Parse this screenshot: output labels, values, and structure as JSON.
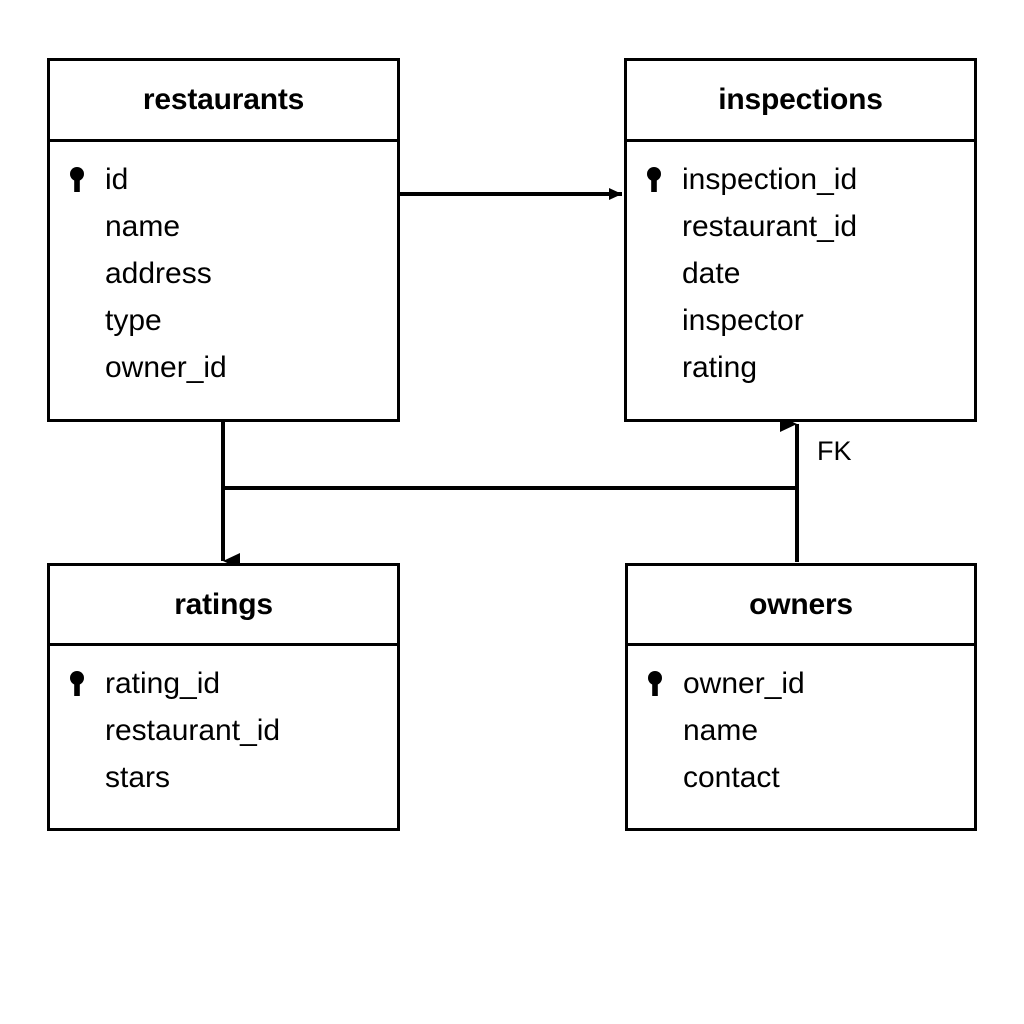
{
  "diagram": {
    "type": "entity-relationship-diagram",
    "background": "#ffffff",
    "line_color": "#000000",
    "text_color": "#000000"
  },
  "entities": [
    {
      "id": "restaurants",
      "title": "restaurants",
      "fields": [
        {
          "name": "id",
          "key": true,
          "key_icon": "primary-key-icon"
        },
        {
          "name": "name",
          "key": false
        },
        {
          "name": "address",
          "key": false
        },
        {
          "name": "type",
          "key": false
        },
        {
          "name": "owner_id",
          "key": false
        }
      ]
    },
    {
      "id": "inspections",
      "title": "inspections",
      "fields": [
        {
          "name": "inspection_id",
          "key": true,
          "key_icon": "primary-key-icon"
        },
        {
          "name": "restaurant_id",
          "key": false
        },
        {
          "name": "date",
          "key": false
        },
        {
          "name": "inspector",
          "key": false
        },
        {
          "name": "rating",
          "key": false
        }
      ]
    },
    {
      "id": "ratings",
      "title": "ratings",
      "fields": [
        {
          "name": "rating_id",
          "key": true,
          "key_icon": "primary-key-icon"
        },
        {
          "name": "restaurant_id",
          "key": false
        },
        {
          "name": "stars",
          "key": false
        }
      ]
    },
    {
      "id": "owners",
      "title": "owners",
      "fields": [
        {
          "name": "owner_id",
          "key": true,
          "key_icon": "primary-key-icon"
        },
        {
          "name": "name",
          "key": false
        },
        {
          "name": "contact",
          "key": false
        }
      ]
    }
  ],
  "relationships": [
    {
      "id": "restaurants-to-inspections",
      "from": "restaurants",
      "to": "inspections",
      "label": "",
      "direction": "right"
    },
    {
      "id": "restaurants-to-ratings",
      "from": "restaurants",
      "to": "ratings",
      "label": "",
      "direction": "down"
    },
    {
      "id": "ratings-to-owners",
      "from": "ratings",
      "to": "owners",
      "label": "",
      "direction": "right"
    },
    {
      "id": "owners-to-inspections",
      "from": "owners",
      "to": "inspections",
      "label": "FK",
      "direction": "up"
    }
  ],
  "labels": {
    "fk": "FK"
  }
}
